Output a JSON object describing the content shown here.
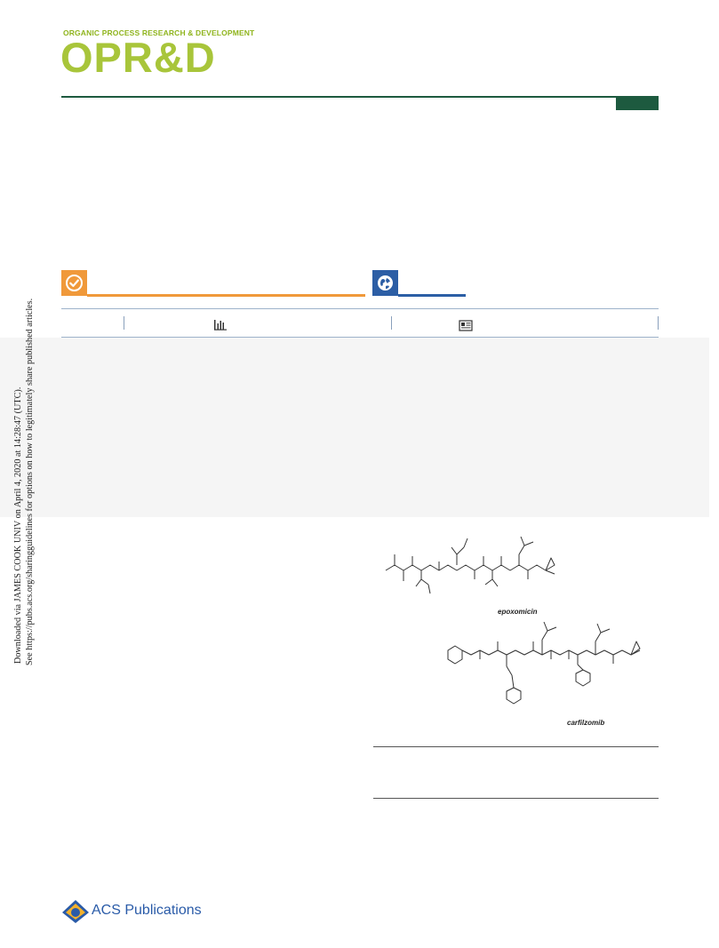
{
  "journal": {
    "subtitle": "ORGANIC PROCESS RESEARCH & DEVELOPMENT",
    "logo": "OPR&D"
  },
  "sidebar": {
    "line1": "Downloaded via JAMES COOK UNIV on April 4, 2020 at 14:28:47 (UTC).",
    "line2": "See https://pubs.acs.org/sharingguidelines for options on how to legitimately share published articles."
  },
  "figure": {
    "label1": "epoxomicin",
    "label2": "carfilzomib"
  },
  "publisher": {
    "name": "ACS Publications"
  },
  "icons": {
    "badge1": "checkmark-icon",
    "badge2": "globe-icon",
    "metric": "bar-chart-icon",
    "article": "newspaper-icon"
  },
  "colors": {
    "journal_green": "#a8c53a",
    "header_rule": "#1d5a3f",
    "badge_orange": "#f0993a",
    "badge_blue": "#2c5ea5",
    "acs_blue": "#2a5ba8"
  }
}
